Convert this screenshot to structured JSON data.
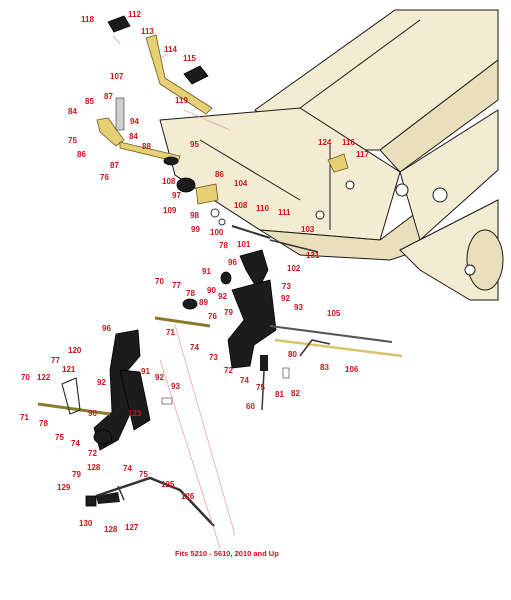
{
  "note": "Fits 5210 - 5610, 2010 and Up",
  "callouts": [
    "118",
    "112",
    "113",
    "114",
    "115",
    "107",
    "87",
    "85",
    "84",
    "94",
    "75",
    "86",
    "84",
    "87",
    "88",
    "76",
    "119",
    "95",
    "124",
    "116",
    "117",
    "86",
    "104",
    "108",
    "97",
    "108",
    "109",
    "98",
    "110",
    "111",
    "99",
    "100",
    "78",
    "101",
    "103",
    "131",
    "96",
    "91",
    "102",
    "70",
    "77",
    "90",
    "92",
    "78",
    "89",
    "73",
    "92",
    "93",
    "105",
    "71",
    "76",
    "79",
    "74",
    "96",
    "73",
    "80",
    "72",
    "83",
    "106",
    "74",
    "75",
    "120",
    "91",
    "92",
    "77",
    "93",
    "122",
    "121",
    "81",
    "82",
    "70",
    "92",
    "60",
    "90",
    "123",
    "71",
    "78",
    "75",
    "74",
    "72",
    "128",
    "74",
    "75",
    "79",
    "125",
    "129",
    "126",
    "130",
    "128",
    "127"
  ]
}
